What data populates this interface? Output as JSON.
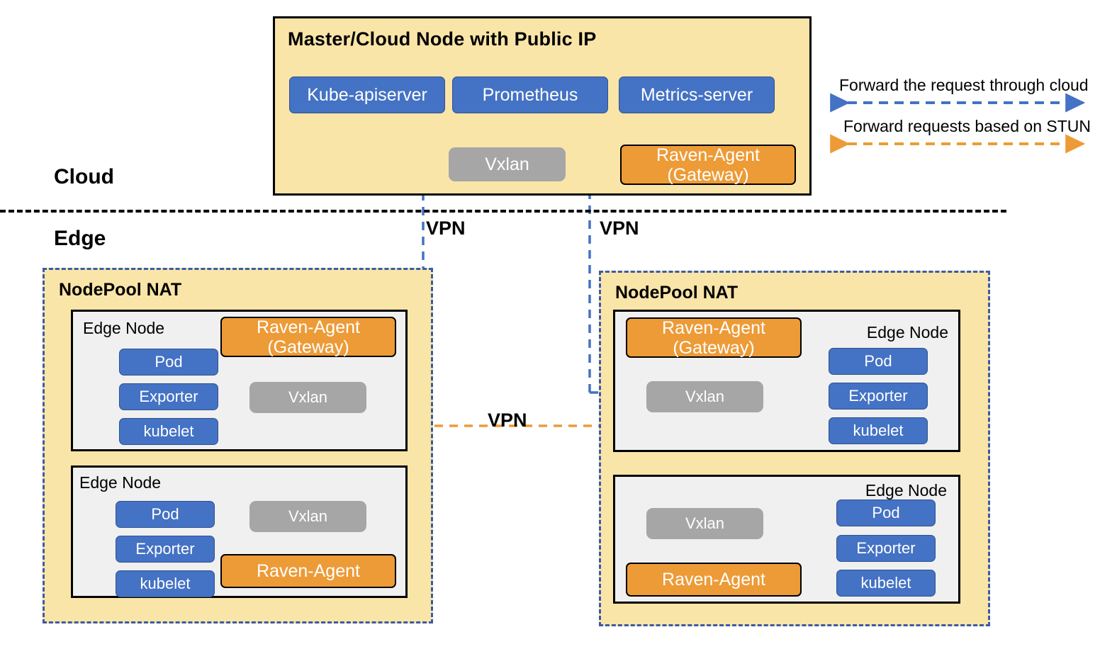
{
  "diagram": {
    "zones": {
      "cloud_label": "Cloud",
      "edge_label": "Edge"
    },
    "cloud_node": {
      "title": "Master/Cloud Node with Public IP",
      "services": [
        "Kube-apiserver",
        "Prometheus",
        "Metrics-server"
      ],
      "vxlan_label": "Vxlan",
      "gateway_label": "Raven-Agent\n(Gateway)",
      "gateway_line1": "Raven-Agent",
      "gateway_line2": "(Gateway)"
    },
    "legend": {
      "items": [
        {
          "text": "Forward the request through cloud",
          "color": "#4472C4",
          "style": "dashed-bidirectional"
        },
        {
          "text": "Forward requests based on STUN",
          "color": "#ED9B37",
          "style": "dashed-bidirectional"
        }
      ]
    },
    "vpn_labels": [
      "VPN",
      "VPN",
      "VPN"
    ],
    "nodepools": [
      {
        "title": "NodePool NAT",
        "side": "left",
        "edge_nodes": [
          {
            "title": "Edge Node",
            "components": [
              "Pod",
              "Exporter",
              "kubelet"
            ],
            "vxlan_label": "Vxlan",
            "agent_line1": "Raven-Agent",
            "agent_line2": "(Gateway)",
            "is_gateway": true
          },
          {
            "title": "Edge Node",
            "components": [
              "Pod",
              "Exporter",
              "kubelet"
            ],
            "vxlan_label": "Vxlan",
            "agent_line1": "Raven-Agent",
            "agent_line2": "",
            "is_gateway": false
          }
        ]
      },
      {
        "title": "NodePool NAT",
        "side": "right",
        "edge_nodes": [
          {
            "title": "Edge Node",
            "components": [
              "Pod",
              "Exporter",
              "kubelet"
            ],
            "vxlan_label": "Vxlan",
            "agent_line1": "Raven-Agent",
            "agent_line2": "(Gateway)",
            "is_gateway": true
          },
          {
            "title": "Edge Node",
            "components": [
              "Pod",
              "Exporter",
              "kubelet"
            ],
            "vxlan_label": "Vxlan",
            "agent_line1": "Raven-Agent",
            "agent_line2": "",
            "is_gateway": false
          }
        ]
      }
    ],
    "colors": {
      "service_blue": "#4472C4",
      "agent_orange": "#ED9B37",
      "vxlan_gray": "#A6A6A6",
      "zone_yellow": "#FAE5A8",
      "edge_node_gray": "#F0F0F0",
      "nodepool_border_blue": "#3A5BA8"
    }
  }
}
